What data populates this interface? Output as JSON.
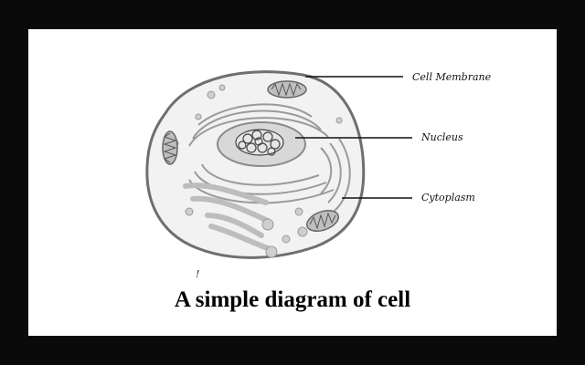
{
  "diagram": {
    "labels": {
      "membrane": "Cell Membrane",
      "nucleus": "Nucleus",
      "cytoplasm": "Cytoplasm"
    },
    "caption": "A simple diagram of cell",
    "stray_mark": "!"
  },
  "colors": {
    "frame": "#0a0a0a",
    "background": "#ffffff",
    "cell_fill": "#f2f2f2",
    "cell_outline": "#6f6f6f",
    "organelle_fill": "#cfcfcf",
    "organelle_stroke": "#8a8a8a",
    "nucleus_fill": "#d8d8d8",
    "leader_line": "#111111"
  }
}
